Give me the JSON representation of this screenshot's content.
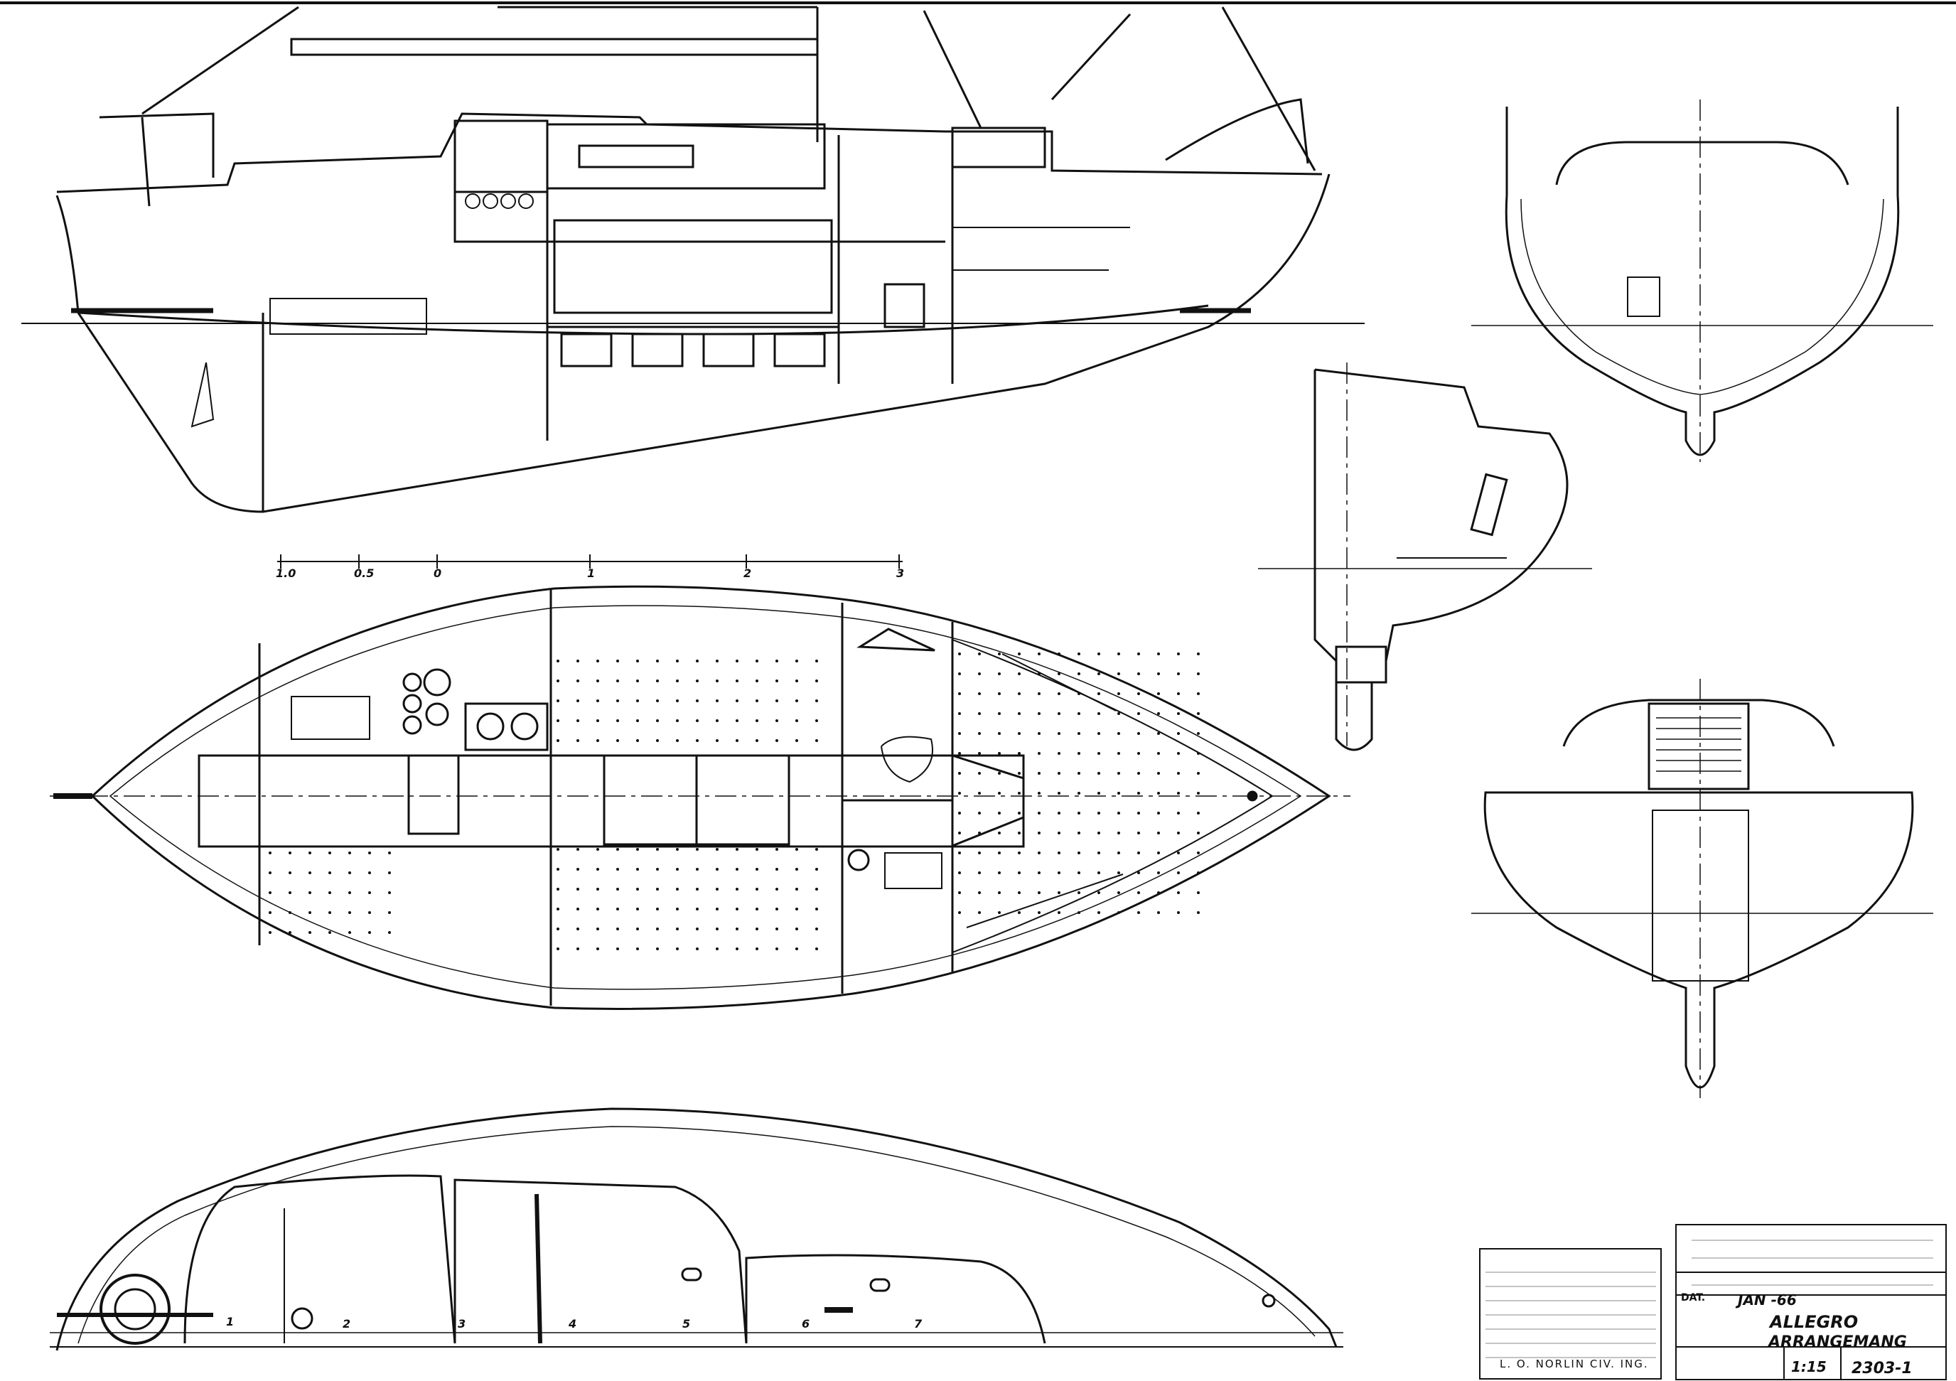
{
  "title_block": {
    "drawing_name": "ALLEGRO",
    "drawing_title": "ARRANGEMANG",
    "date_label": "DAT.",
    "date": "JAN -66",
    "scale": "1:15",
    "drawing_number": "2303-1",
    "designer": "L. O. NORLIN CIV. ING."
  },
  "scale_bar": {
    "ticks": [
      "1.0",
      "0.5",
      "0",
      "1",
      "2",
      "3"
    ]
  },
  "station_numbers": [
    "1",
    "2",
    "3",
    "4",
    "5",
    "6",
    "7"
  ]
}
